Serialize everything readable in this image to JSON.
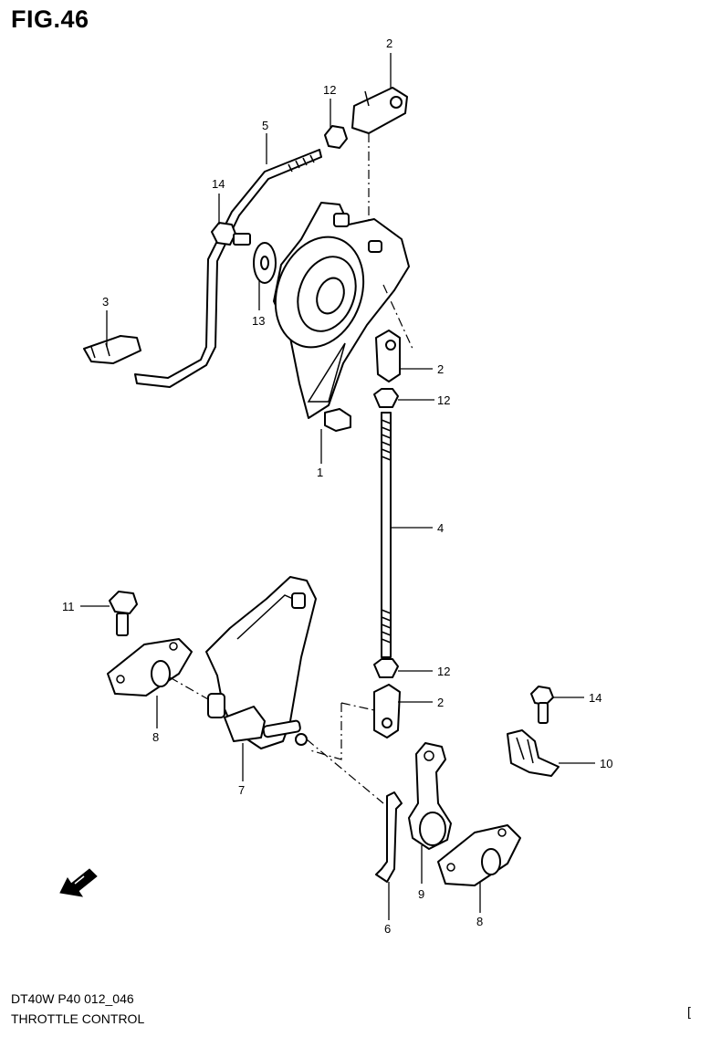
{
  "figure": {
    "title": "FIG.46",
    "code": "DT40W P40 012_046",
    "description": "THROTTLE CONTROL",
    "corner_mark": "["
  },
  "callouts": {
    "c2_top": "2",
    "c12_top": "12",
    "c5": "5",
    "c14_left": "14",
    "c3": "3",
    "c13": "13",
    "c2_mid": "2",
    "c12_mid": "12",
    "c1": "1",
    "c4": "4",
    "c11": "11",
    "c12_low": "12",
    "c2_low": "2",
    "c14_right": "14",
    "c10": "10",
    "c8_left": "8",
    "c7": "7",
    "c9": "9",
    "c8_right": "8",
    "c6": "6"
  },
  "icons": {
    "fwd_arrow": "fwd-arrow-icon"
  }
}
